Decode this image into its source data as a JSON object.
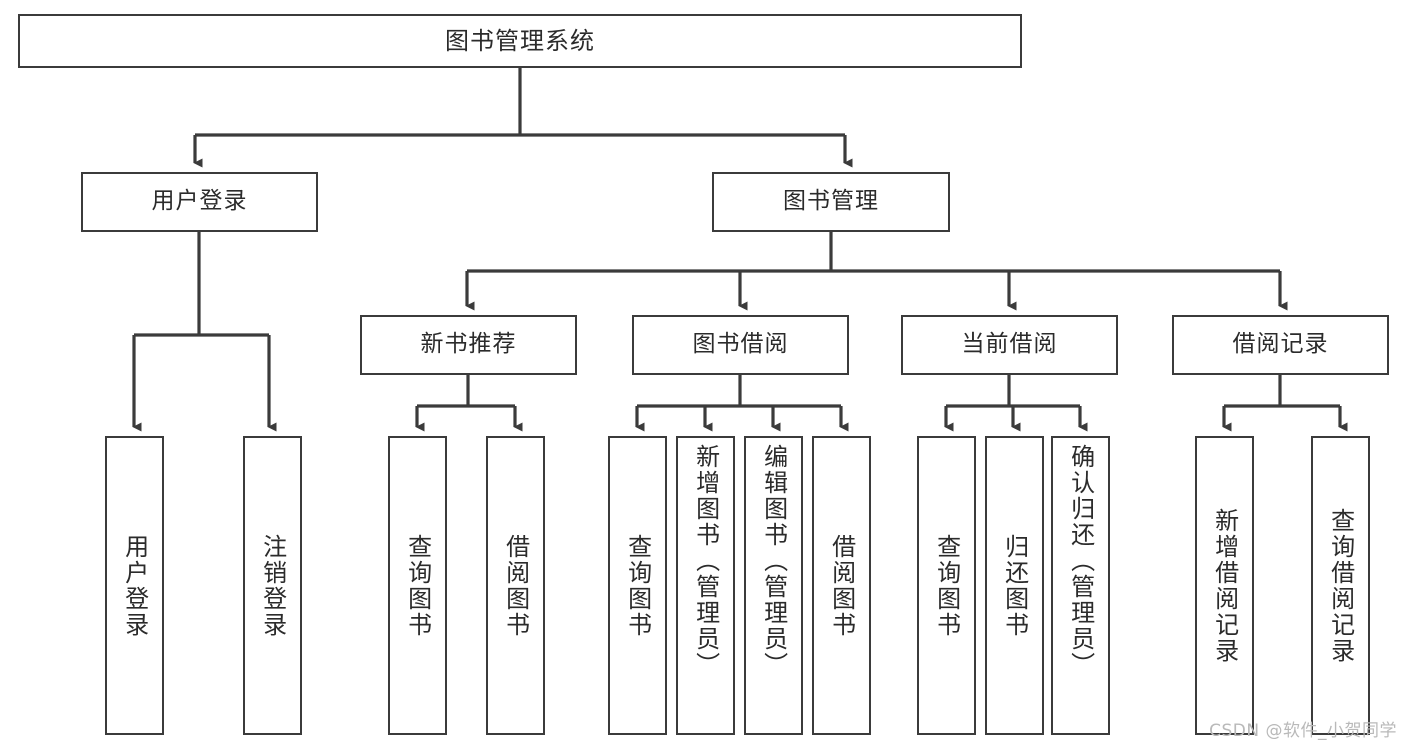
{
  "diagram": {
    "title": "图书管理系统",
    "type": "tree",
    "root": {
      "id": "root",
      "label": "图书管理系统"
    },
    "level2": [
      {
        "id": "user-login",
        "label": "用户登录"
      },
      {
        "id": "book-manage",
        "label": "图书管理"
      }
    ],
    "level3": [
      {
        "id": "new-book-recommend",
        "label": "新书推荐",
        "parent": "book-manage"
      },
      {
        "id": "book-borrow",
        "label": "图书借阅",
        "parent": "book-manage"
      },
      {
        "id": "current-borrow",
        "label": "当前借阅",
        "parent": "book-manage"
      },
      {
        "id": "borrow-record",
        "label": "借阅记录",
        "parent": "book-manage"
      }
    ],
    "leaves": {
      "user_login": [
        {
          "id": "leaf-user-login",
          "label": "用户登录"
        },
        {
          "id": "leaf-logout",
          "label": "注销登录"
        }
      ],
      "new_book_recommend": [
        {
          "id": "leaf-query-book-1",
          "label": "查询图书"
        },
        {
          "id": "leaf-borrow-book-1",
          "label": "借阅图书"
        }
      ],
      "book_borrow": [
        {
          "id": "leaf-query-book-2",
          "label": "查询图书"
        },
        {
          "id": "leaf-add-book",
          "label": "新增图书（管理员）"
        },
        {
          "id": "leaf-edit-book",
          "label": "编辑图书（管理员）"
        },
        {
          "id": "leaf-borrow-book-2",
          "label": "借阅图书"
        }
      ],
      "current_borrow": [
        {
          "id": "leaf-query-book-3",
          "label": "查询图书"
        },
        {
          "id": "leaf-return-book",
          "label": "归还图书"
        },
        {
          "id": "leaf-confirm-return",
          "label": "确认归还（管理员）"
        }
      ],
      "borrow_record": [
        {
          "id": "leaf-add-record",
          "label": "新增借阅记录"
        },
        {
          "id": "leaf-query-record",
          "label": "查询借阅记录"
        }
      ]
    }
  },
  "watermark": {
    "text": "CSDN @软件_小贺同学"
  },
  "colors": {
    "line": "#3b3b3b",
    "box_border": "#3b3b3b",
    "box_fill": "#ffffff",
    "text": "#2b2b2b",
    "background": "#ffffff",
    "watermark": "#b9b9b9"
  }
}
